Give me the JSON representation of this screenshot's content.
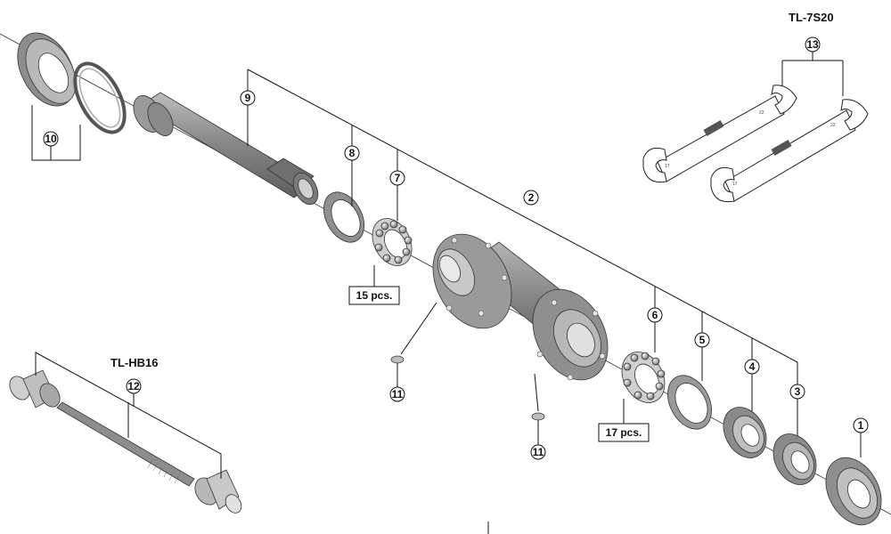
{
  "callouts": {
    "c1": "1",
    "c2": "2",
    "c3": "3",
    "c4": "4",
    "c5": "5",
    "c6": "6",
    "c7": "7",
    "c8": "8",
    "c9": "9",
    "c10": "10",
    "c11a": "11",
    "c11b": "11",
    "c12": "12",
    "c13": "13"
  },
  "quantities": {
    "balls_left": "15 pcs.",
    "balls_right": "17 pcs."
  },
  "tools": {
    "cone_wrench": "TL-7S20",
    "hub_tool": "TL-HB16"
  },
  "wrench_text": {
    "a_size1": "22",
    "a_size2": "17",
    "b_size1": "22",
    "b_size2": "17"
  },
  "colors": {
    "part_dark": "#7a7a7a",
    "part_mid": "#a8a8a8",
    "part_light": "#d6d6d6",
    "line": "#111111"
  }
}
